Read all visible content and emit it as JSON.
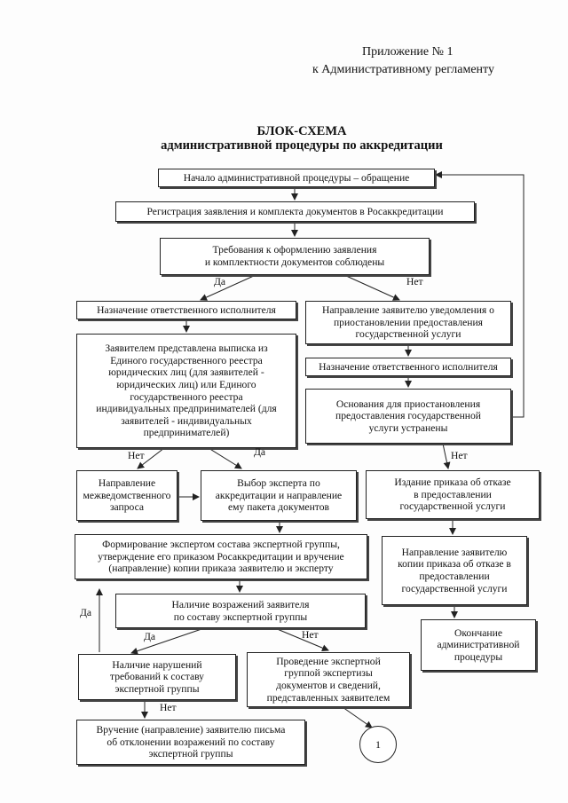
{
  "header": {
    "appendix": "Приложение № 1",
    "regulation": "к Административному регламенту"
  },
  "title": {
    "main": "БЛОК-СХЕМА",
    "sub": "административной процедуры по аккредитации"
  },
  "nodes": {
    "start": "Начало административной процедуры – обращение",
    "registration": "Регистрация заявления и комплекта документов в Росаккредитации",
    "requirements": "Требования к оформлению заявления\nи комплектности документов соблюдены",
    "assign_left": "Назначение ответственного исполнителя",
    "suspend_notice": "Направление заявителю уведомления о\nприостановлении предоставления\nгосударственной услуги",
    "assign_right": "Назначение ответственного исполнителя",
    "extract_check": "Заявителем представлена выписка из\nЕдиного государственного реестра\nюридических лиц (для заявителей -\nюридических лиц) или Единого\nгосударственного реестра\nиндивидуальных предпринимателей (для\nзаявителей - индивидуальных\nпредпринимателей)",
    "grounds_removed": "Основания для приостановления\nпредоставления государственной\nуслуги устранены",
    "interagency": "Направление\nмежведомственного\nзапроса",
    "select_expert": "Выбор эксперта по\nаккредитации и направление\nему пакета документов",
    "refusal_order": "Издание приказа об отказе\nв предоставлении\nгосударственной услуги",
    "form_group": "Формирование экспертом состава экспертной группы,\nутверждение его приказом Росаккредитации и вручение\n(направление) копии приказа заявителю и эксперту",
    "send_refusal_copy": "Направление заявителю\nкопии приказа об отказе в\nпредоставлении\nгосударственной услуги",
    "objections": "Наличие возражений заявителя\nпо составу экспертной группы",
    "end": "Окончание\nадминистративной\nпроцедуры",
    "violations": "Наличие нарушений\nтребований к составу\nэкспертной группы",
    "expertise": "Проведение экспертной\nгруппой экспертизы\nдокументов и сведений,\nпредставленных заявителем",
    "reject_letter": "Вручение (направление) заявителю письма\nоб отклонении возражений по составу\nэкспертной группы",
    "connector": "1"
  },
  "labels": {
    "yes": "Да",
    "no": "Нет"
  }
}
